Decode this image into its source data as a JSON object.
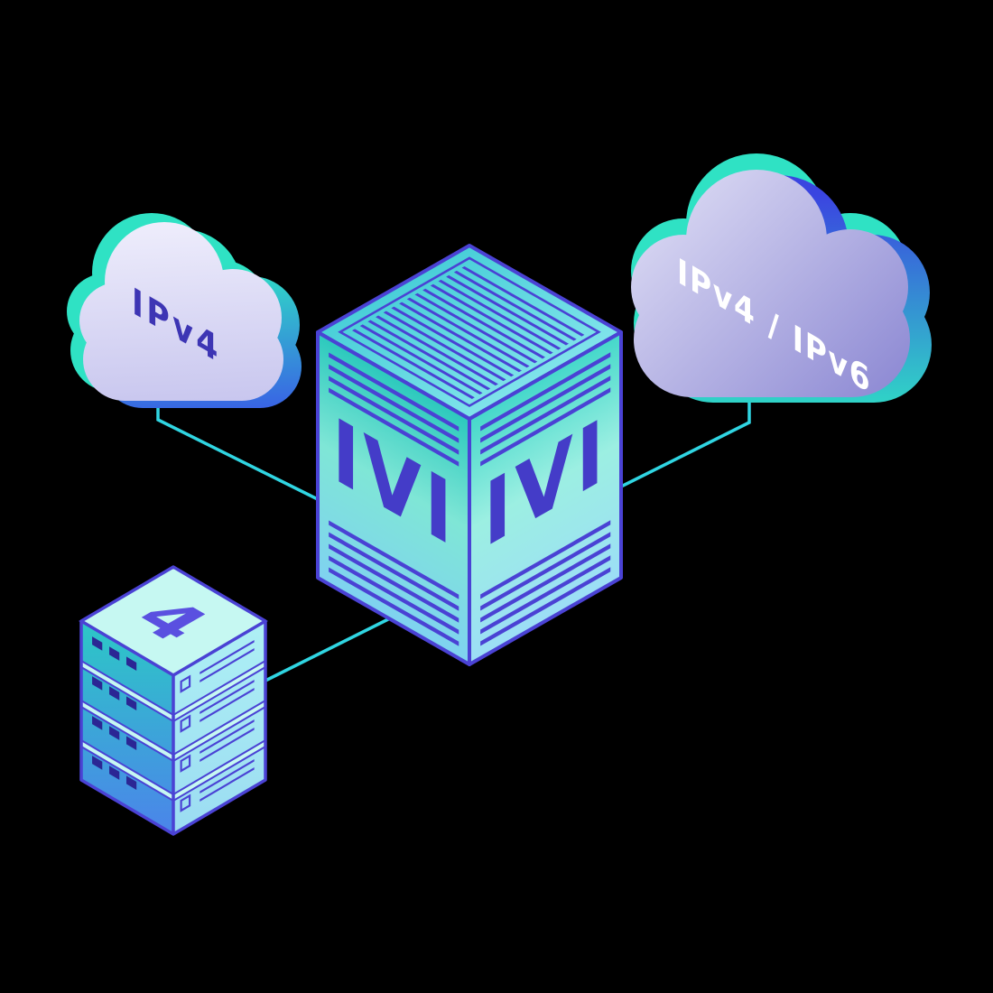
{
  "scene": {
    "background": "#000000",
    "connector_color": "#30d5e2",
    "outline_color": "#4a42d4",
    "teal_accent": "#2fe2c4",
    "blue_accent": "#3a55e8"
  },
  "clouds": {
    "left": {
      "label": "IPv4"
    },
    "right": {
      "label": "IPv4 / IPv6"
    }
  },
  "translator_box": {
    "left_face_label": "IVI",
    "right_face_label": "IVI"
  },
  "server_stack": {
    "badge": "4"
  }
}
